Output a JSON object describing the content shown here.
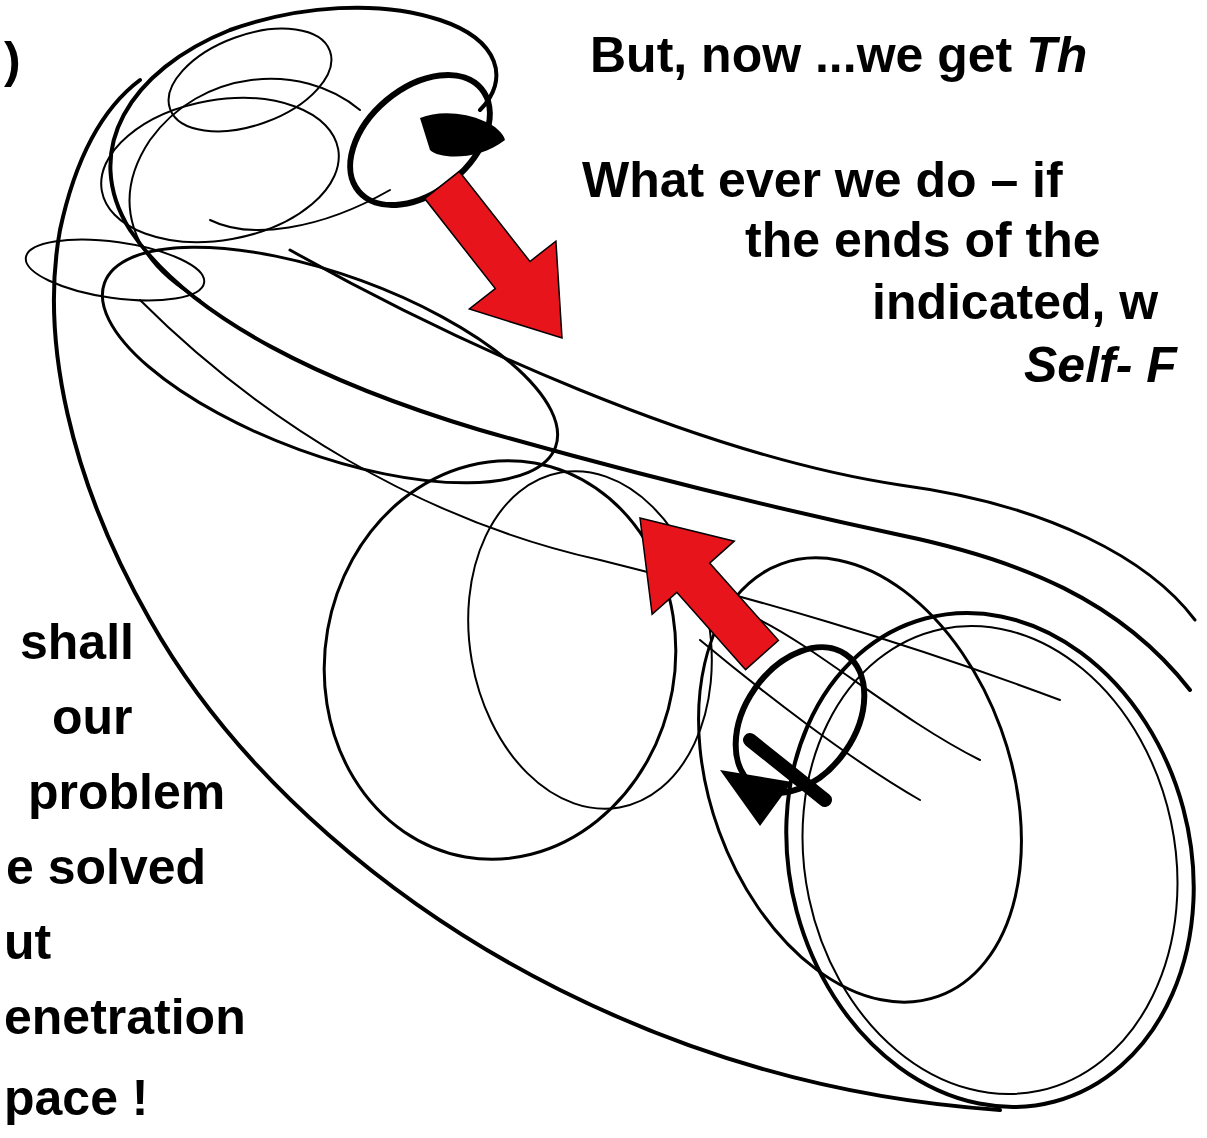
{
  "diagram": {
    "labels": [
      ")",
      "But, now ...we get",
      "Th",
      "What ever we do – if",
      "the ends of the",
      "indicated, w",
      "Self- F",
      "shall",
      "our",
      "problem",
      "e solved",
      "ut",
      "enetration",
      "pace !"
    ]
  }
}
